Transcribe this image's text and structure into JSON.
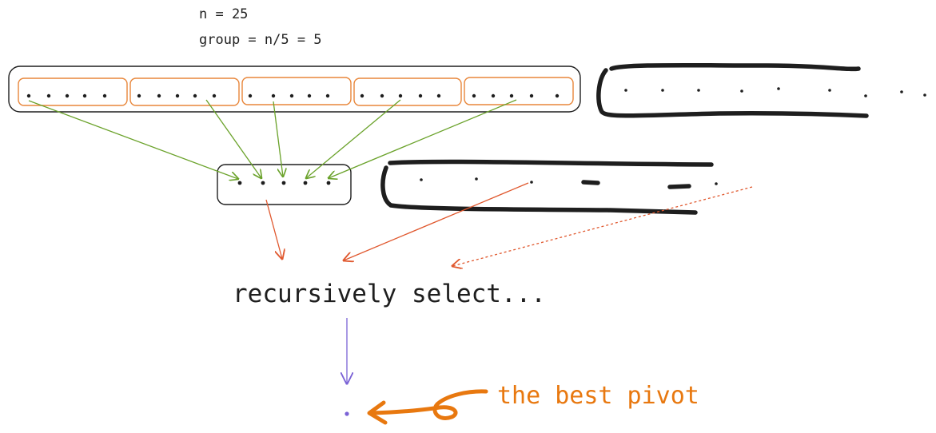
{
  "annotations": {
    "n_line": "n = 25",
    "group_line": "group = n/5 = 5"
  },
  "caption": "recursively select...",
  "pivot_label": "the best pivot",
  "colors": {
    "ink": "#1e1e1e",
    "group_box": "#e8863a",
    "median_arrow": "#6aa22a",
    "recursion_arrow": "#e0582e",
    "result_arrow": "#7b63d6",
    "highlight": "#e8780f"
  },
  "diagram": {
    "top_row_groups": 5,
    "items_per_group": 5,
    "medians_count": 5
  }
}
